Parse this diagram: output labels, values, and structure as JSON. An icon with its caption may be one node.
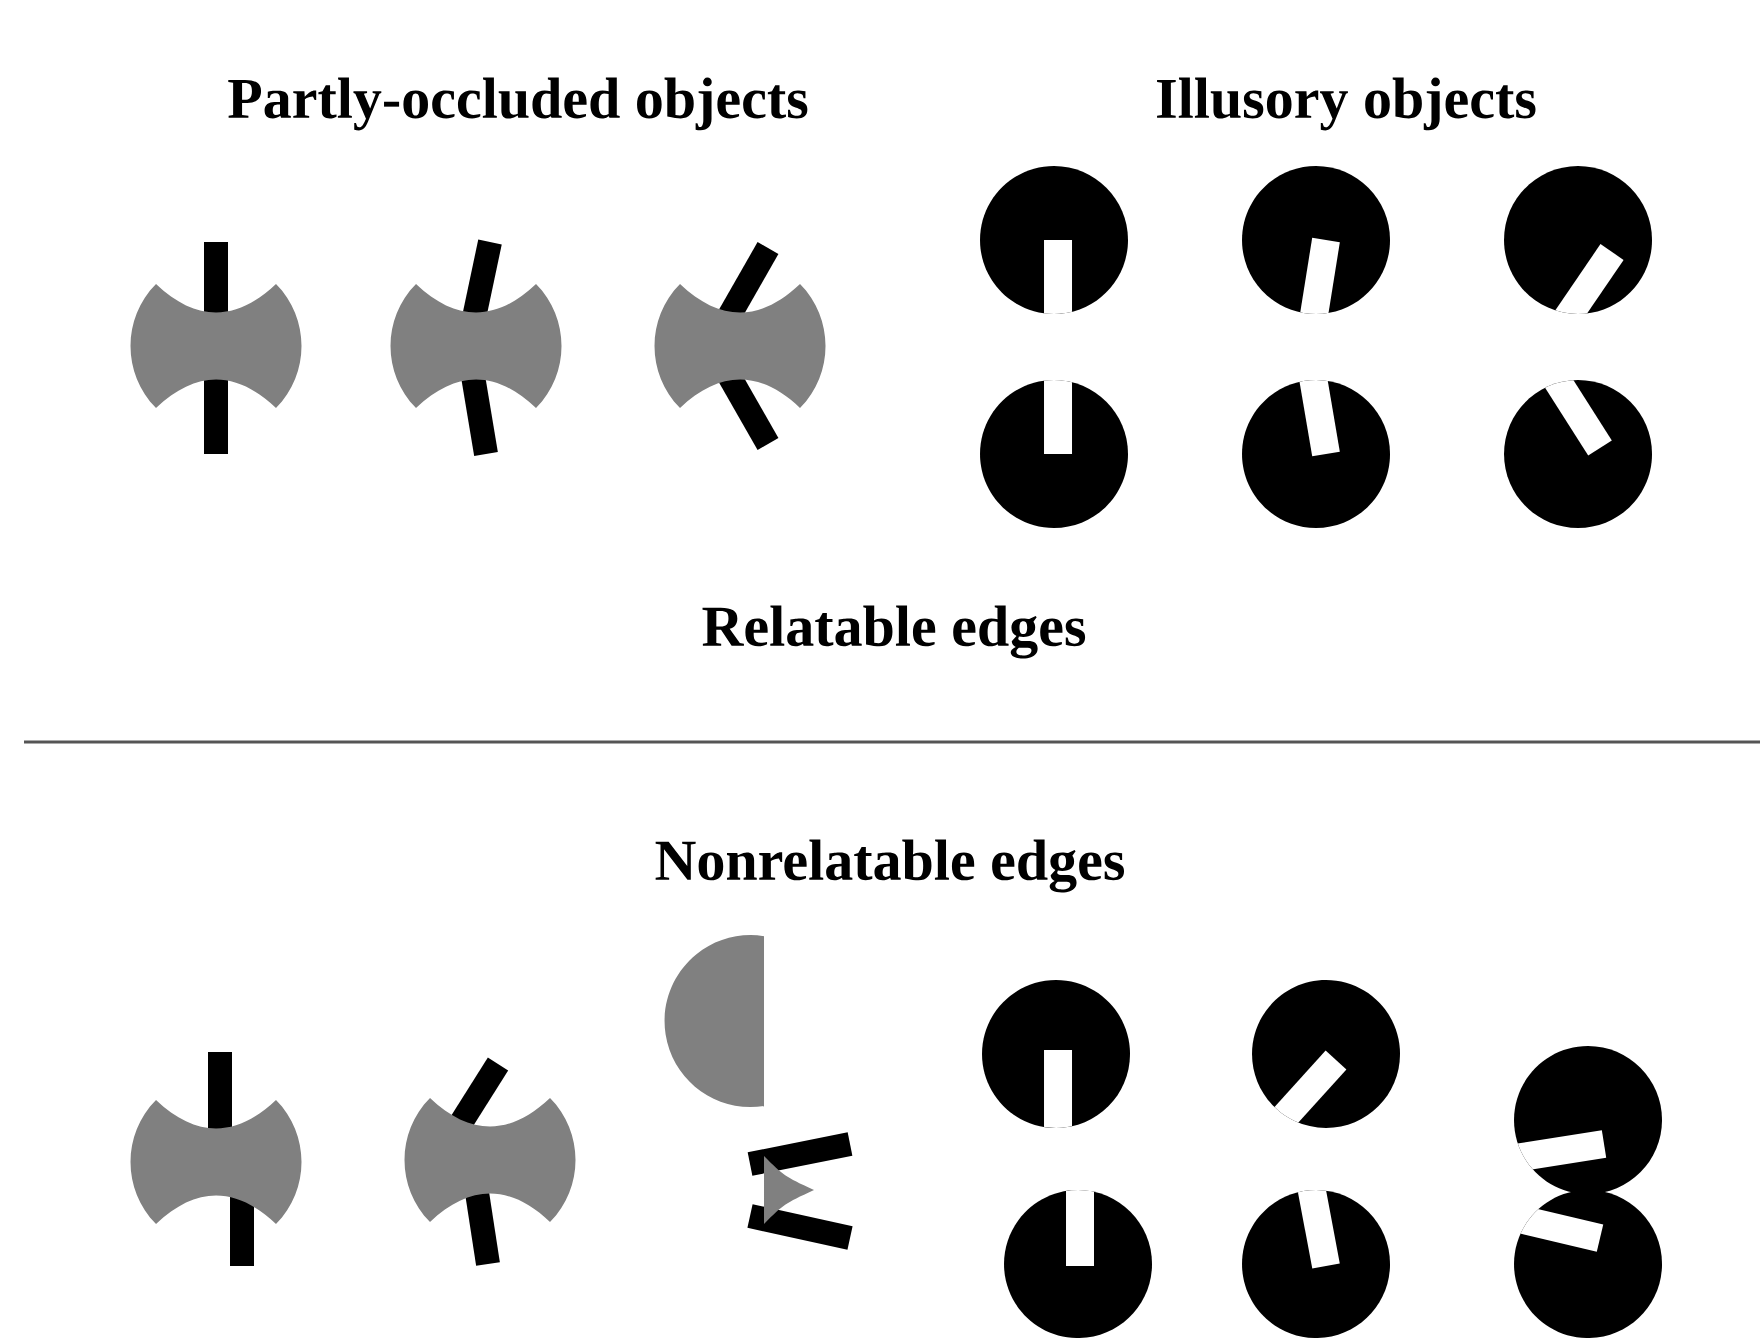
{
  "diagram": {
    "labels": [
      "Partly-occluded objects",
      "Illusory objects",
      "Relatable edges",
      "Nonrelatable edges"
    ]
  }
}
